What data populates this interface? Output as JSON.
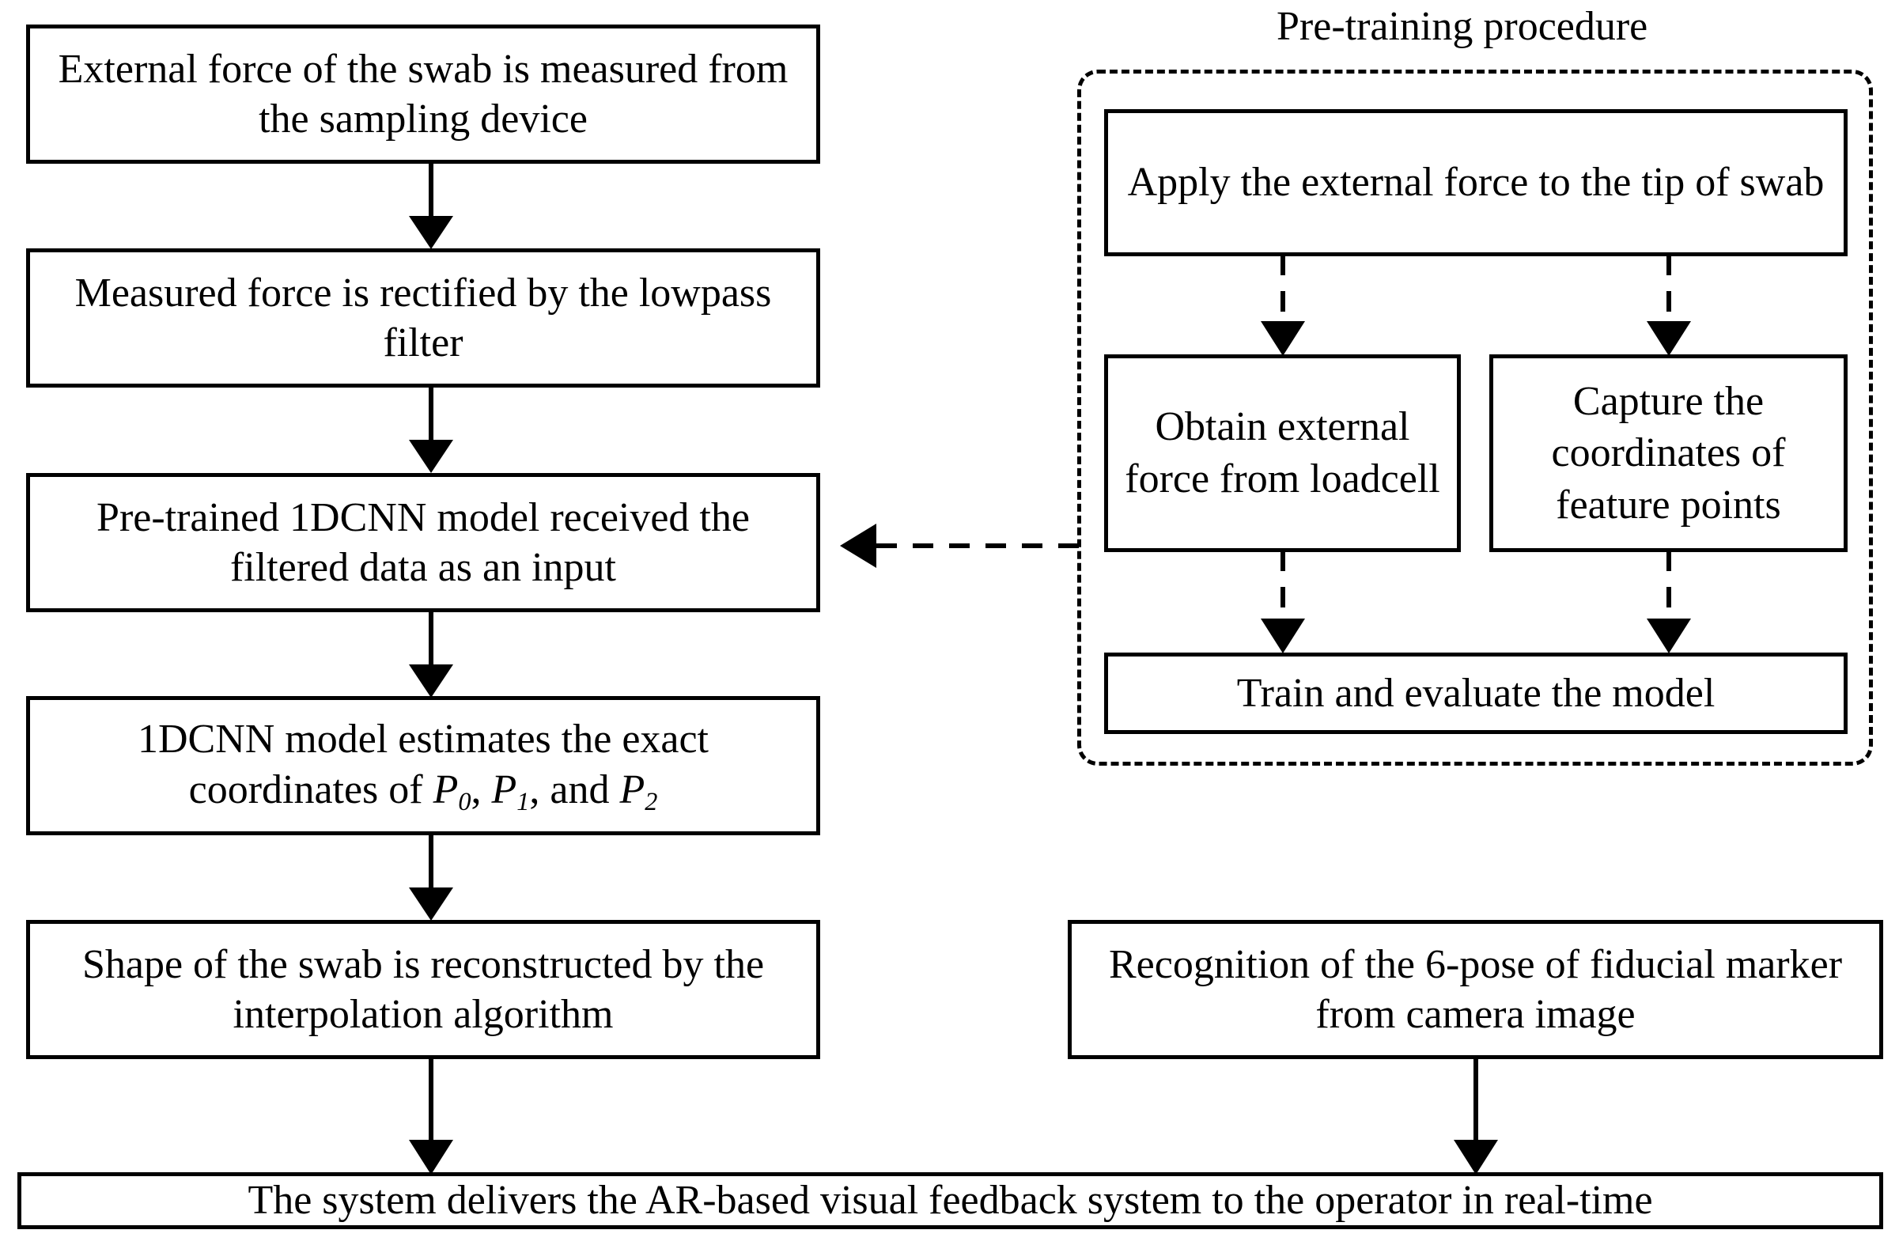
{
  "diagram": {
    "title": "Swab shape estimation and AR feedback pipeline flowchart",
    "group": {
      "label": "Pre-training procedure"
    },
    "nodes": {
      "external_force_measured": "External force of the swab is measured from the sampling device",
      "rectified_lowpass": "Measured force is rectified by the lowpass filter",
      "pretrained_model_input": "Pre-trained 1DCNN model received the filtered data as an input",
      "estimate_coordinates_pre": "1DCNN model estimates the exact coordinates of ",
      "estimate_coordinates_p0": "P",
      "estimate_coordinates_p0_sub": "0",
      "estimate_coordinates_sep1": ", ",
      "estimate_coordinates_p1": "P",
      "estimate_coordinates_p1_sub": "1",
      "estimate_coordinates_sep2": ", and ",
      "estimate_coordinates_p2": "P",
      "estimate_coordinates_p2_sub": "2",
      "shape_reconstructed": "Shape of the swab is reconstructed by the  interpolation algorithm",
      "apply_external_force": "Apply the external force to the tip of swab",
      "obtain_external_force": "Obtain external force from loadcell",
      "capture_coordinates": "Capture the coordinates of feature points",
      "train_evaluate": "Train and evaluate the model",
      "recognition_6pose": "Recognition of the 6-pose of fiducial marker from camera image",
      "system_delivers": "The system delivers the AR-based visual feedback system to the operator in real-time"
    },
    "colors": {
      "stroke": "#000000",
      "fill": "#ffffff"
    }
  }
}
